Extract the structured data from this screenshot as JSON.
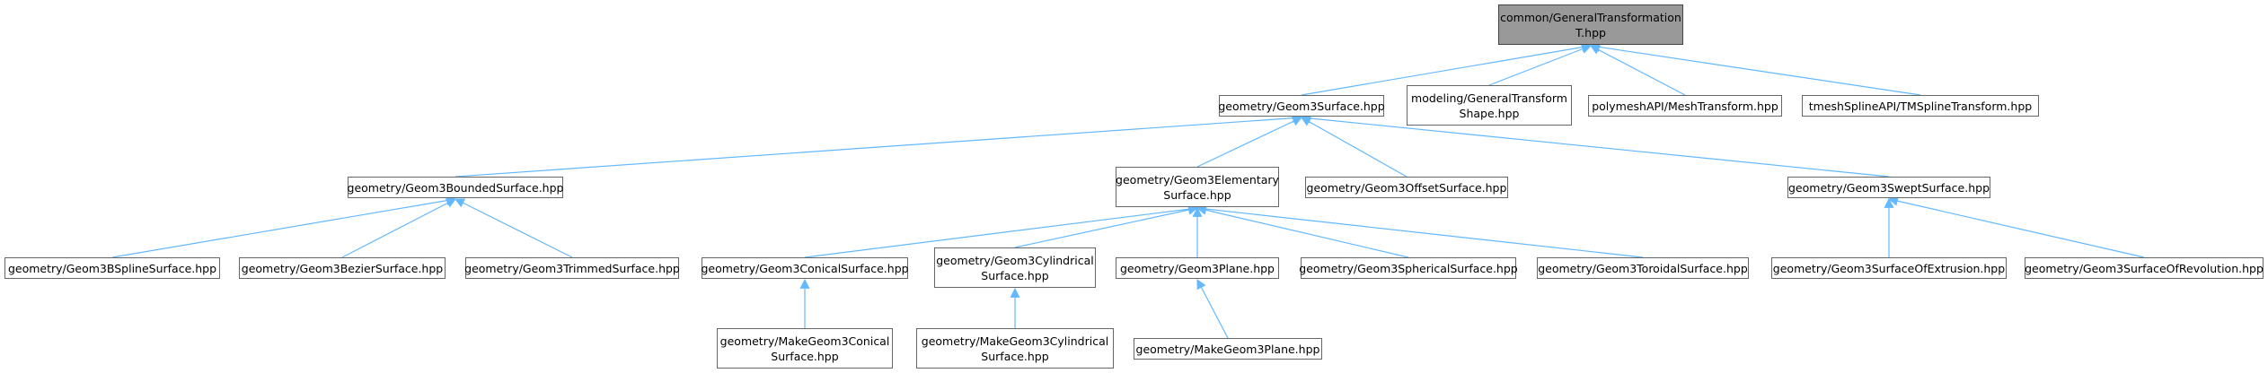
{
  "colors": {
    "edge": "#63b8ff",
    "node_border": "#666666",
    "root_fill": "#999999"
  },
  "nodes": {
    "root": [
      "common/GeneralTransformation",
      "T.hpp"
    ],
    "geom3surface": [
      "geometry/Geom3Surface.hpp"
    ],
    "modeling_gts": [
      "modeling/GeneralTransform",
      "Shape.hpp"
    ],
    "meshtransform": [
      "polymeshAPI/MeshTransform.hpp"
    ],
    "tmspline": [
      "tmeshSplineAPI/TMSplineTransform.hpp"
    ],
    "bounded": [
      "geometry/Geom3BoundedSurface.hpp"
    ],
    "elementary": [
      "geometry/Geom3Elementary",
      "Surface.hpp"
    ],
    "offset": [
      "geometry/Geom3OffsetSurface.hpp"
    ],
    "swept": [
      "geometry/Geom3SweptSurface.hpp"
    ],
    "bspline": [
      "geometry/Geom3BSplineSurface.hpp"
    ],
    "bezier": [
      "geometry/Geom3BezierSurface.hpp"
    ],
    "trimmed": [
      "geometry/Geom3TrimmedSurface.hpp"
    ],
    "conical": [
      "geometry/Geom3ConicalSurface.hpp"
    ],
    "cylindrical": [
      "geometry/Geom3Cylindrical",
      "Surface.hpp"
    ],
    "plane": [
      "geometry/Geom3Plane.hpp"
    ],
    "spherical": [
      "geometry/Geom3SphericalSurface.hpp"
    ],
    "toroidal": [
      "geometry/Geom3ToroidalSurface.hpp"
    ],
    "extrusion": [
      "geometry/Geom3SurfaceOfExtrusion.hpp"
    ],
    "revolution": [
      "geometry/Geom3SurfaceOfRevolution.hpp"
    ],
    "make_conical": [
      "geometry/MakeGeom3Conical",
      "Surface.hpp"
    ],
    "make_cylindrical": [
      "geometry/MakeGeom3Cylindrical",
      "Surface.hpp"
    ],
    "make_plane": [
      "geometry/MakeGeom3Plane.hpp"
    ]
  },
  "edges": [
    [
      "geom3surface",
      "root"
    ],
    [
      "modeling_gts",
      "root"
    ],
    [
      "meshtransform",
      "root"
    ],
    [
      "tmspline",
      "root"
    ],
    [
      "bounded",
      "geom3surface"
    ],
    [
      "elementary",
      "geom3surface"
    ],
    [
      "offset",
      "geom3surface"
    ],
    [
      "swept",
      "geom3surface"
    ],
    [
      "bspline",
      "bounded"
    ],
    [
      "bezier",
      "bounded"
    ],
    [
      "trimmed",
      "bounded"
    ],
    [
      "conical",
      "elementary"
    ],
    [
      "cylindrical",
      "elementary"
    ],
    [
      "plane",
      "elementary"
    ],
    [
      "spherical",
      "elementary"
    ],
    [
      "toroidal",
      "elementary"
    ],
    [
      "extrusion",
      "swept"
    ],
    [
      "revolution",
      "swept"
    ],
    [
      "make_conical",
      "conical"
    ],
    [
      "make_cylindrical",
      "cylindrical"
    ],
    [
      "make_plane",
      "plane"
    ]
  ]
}
